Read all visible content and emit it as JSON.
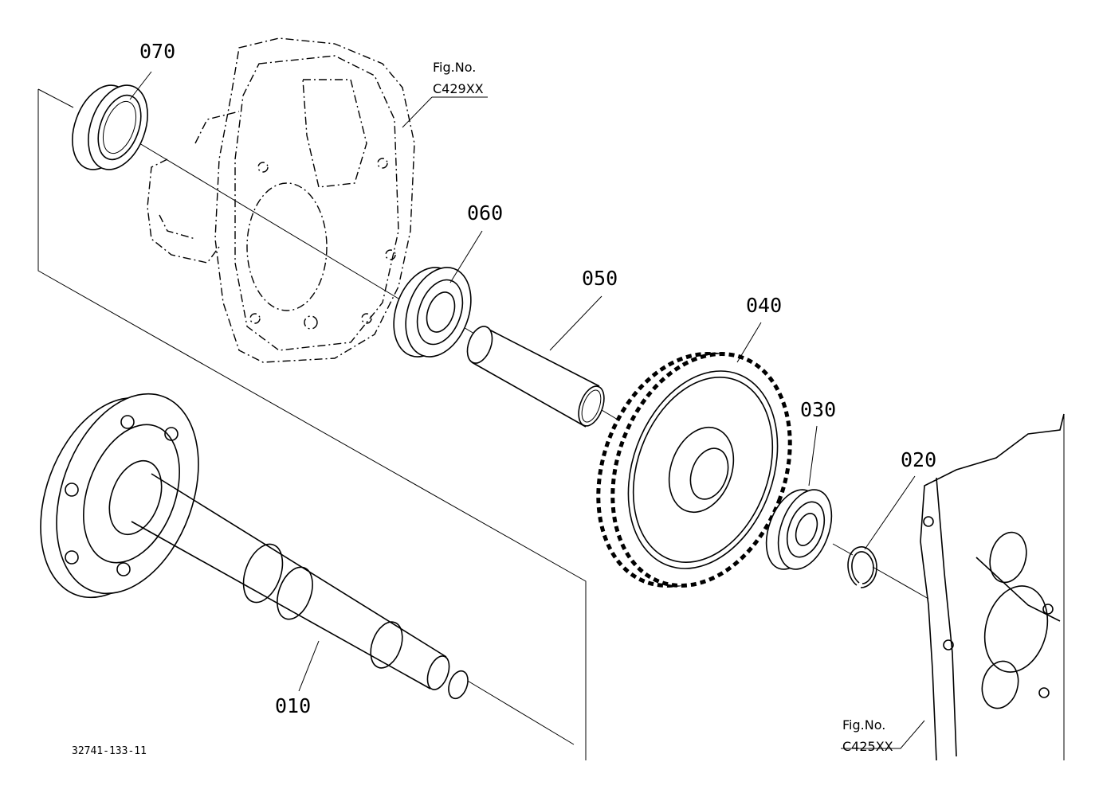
{
  "parts": [
    {
      "id": "p010",
      "number": "010"
    },
    {
      "id": "p020",
      "number": "020"
    },
    {
      "id": "p030",
      "number": "030"
    },
    {
      "id": "p040",
      "number": "040"
    },
    {
      "id": "p050",
      "number": "050"
    },
    {
      "id": "p060",
      "number": "060"
    },
    {
      "id": "p070",
      "number": "070"
    }
  ],
  "references": {
    "upper": {
      "prefix": "Fig.No.",
      "code": "C429XX"
    },
    "lower": {
      "prefix": "Fig.No.",
      "code": "C425XX"
    }
  },
  "drawing_number": "32741-133-11"
}
